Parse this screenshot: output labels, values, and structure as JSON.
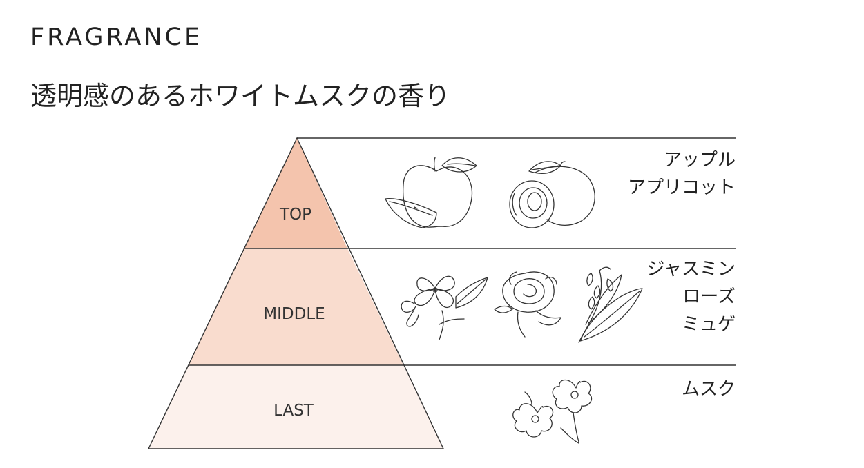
{
  "heading": "FRAGRANCE",
  "subtitle": "透明感のあるホワイトムスクの香り",
  "tiers": [
    {
      "label": "TOP",
      "notes": [
        "アップル",
        "アプリコット"
      ],
      "fill": "#f4c4ad",
      "icons": [
        "apple-icon",
        "apricot-icon"
      ]
    },
    {
      "label": "MIDDLE",
      "notes": [
        "ジャスミン",
        "ローズ",
        "ミュゲ"
      ],
      "fill": "#f9dcce",
      "icons": [
        "jasmine-icon",
        "rose-icon",
        "lily-of-the-valley-icon"
      ]
    },
    {
      "label": "LAST",
      "notes": [
        "ムスク"
      ],
      "fill": "#fcf1ec",
      "icons": [
        "musk-flower-icon"
      ]
    }
  ],
  "colors": {
    "line": "#333333",
    "top": "#f4c4ad",
    "middle": "#f9dcce",
    "last": "#fcf1ec"
  }
}
